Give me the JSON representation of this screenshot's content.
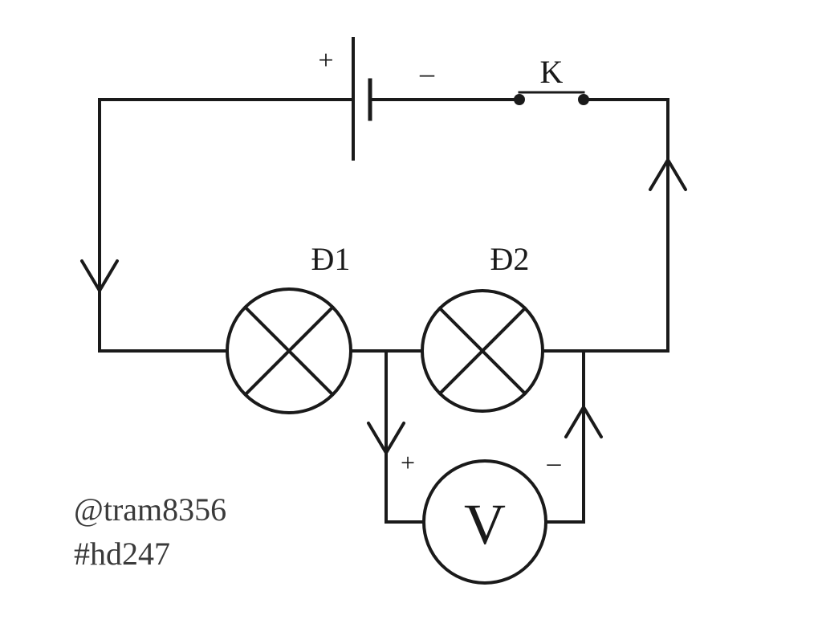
{
  "battery": {
    "plus_label": "+",
    "minus_label": "–"
  },
  "switch": {
    "label": "K"
  },
  "lamp1": {
    "label": "Đ1"
  },
  "lamp2": {
    "label": "Đ2"
  },
  "voltmeter": {
    "label": "V",
    "plus_label": "+",
    "minus_label": "–"
  },
  "watermark": {
    "line1": "@tram8356",
    "line2": "#hd247"
  }
}
